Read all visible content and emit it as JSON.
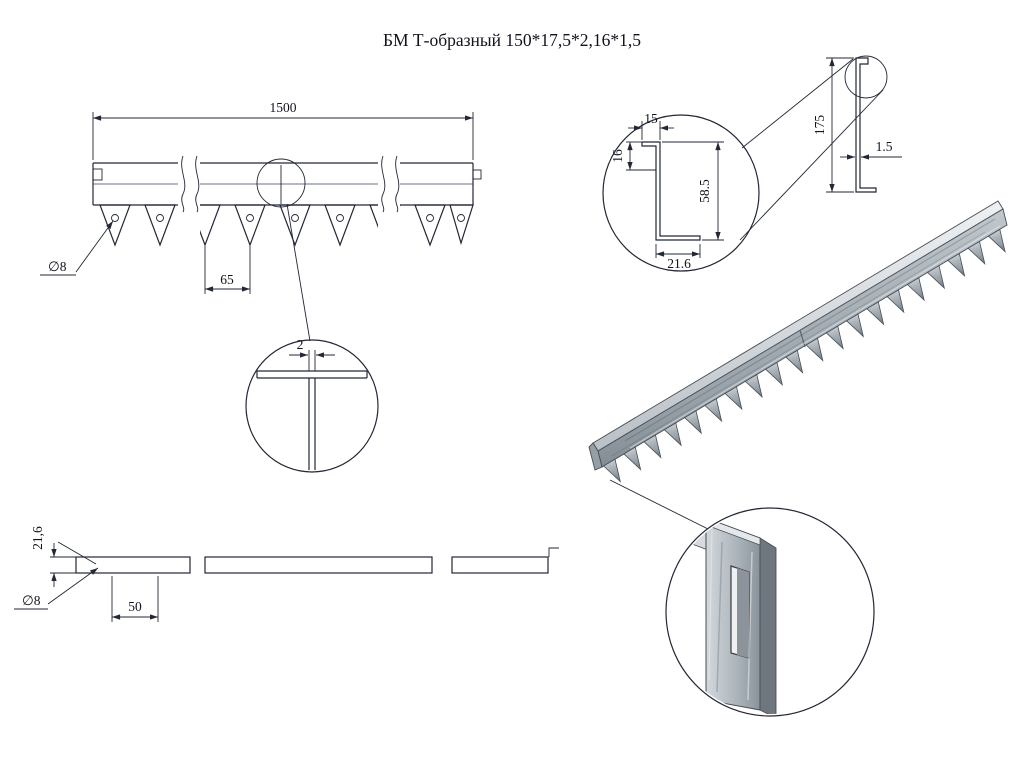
{
  "title": "БМ Т-образный 150*17,5*2,16*1,5",
  "front_view": {
    "length": "1500",
    "hole_diameter": "∅8",
    "tooth_spacing": "65",
    "stem_thickness": "2"
  },
  "profile_detail": {
    "top_width": "15",
    "lip_height": "16",
    "height": "58.5",
    "foot_width": "21.6"
  },
  "side_view": {
    "height": "175",
    "thickness": "1.5"
  },
  "plan_view": {
    "width": "21,6",
    "hole_diameter": "∅8",
    "hole_spacing": "50"
  }
}
